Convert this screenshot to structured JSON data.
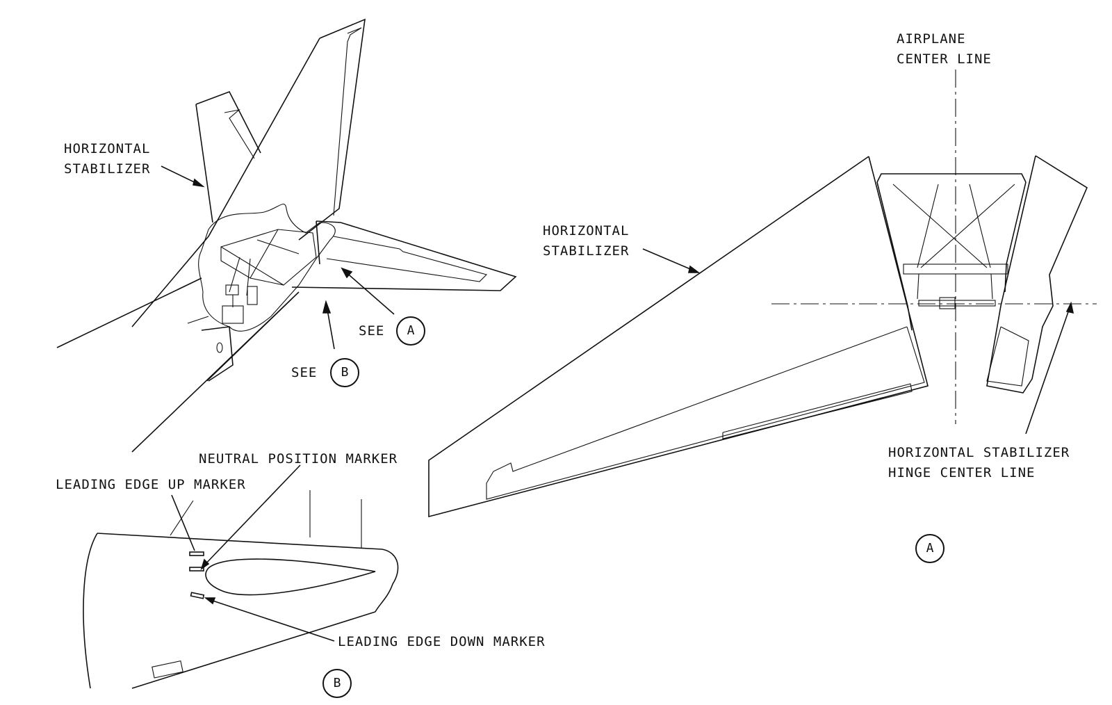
{
  "labels": {
    "airplane_center_line_1": "AIRPLANE",
    "airplane_center_line_2": "CENTER LINE",
    "hstab_left_1": "HORIZONTAL",
    "hstab_left_2": "STABILIZER",
    "hstab_mid_1": "HORIZONTAL",
    "hstab_mid_2": "STABILIZER",
    "hinge_1": "HORIZONTAL STABILIZER",
    "hinge_2": "HINGE CENTER LINE",
    "see_a": "SEE",
    "see_b": "SEE",
    "neutral": "NEUTRAL POSITION MARKER",
    "le_up": "LEADING EDGE UP MARKER",
    "le_down": "LEADING EDGE DOWN MARKER"
  },
  "callouts": {
    "a": "A",
    "b": "B",
    "view_a": "A",
    "view_b": "B"
  },
  "colors": {
    "ink": "#111111",
    "paper": "#ffffff"
  }
}
